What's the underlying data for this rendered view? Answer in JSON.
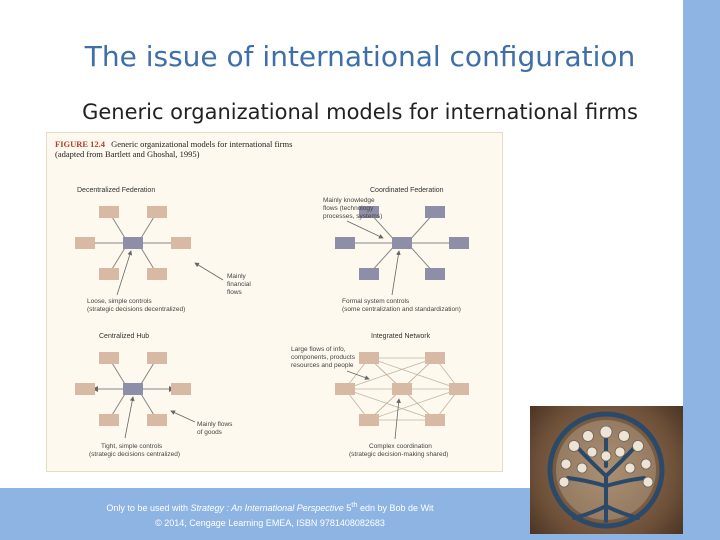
{
  "slide": {
    "title": "The issue of international configuration",
    "subtitle": "Generic organizational models for international firms"
  },
  "figure": {
    "number": "FIGURE 12.4",
    "caption": "Generic organizational models for international firms",
    "source": "(adapted from Bartlett and Ghoshal, 1995)",
    "models": [
      {
        "title": "Decentralized Federation",
        "annotation": [
          "Mainly",
          "financial",
          "flows"
        ],
        "description": [
          "Loose, simple controls",
          "(strategic decisions decentralized)"
        ]
      },
      {
        "title": "Coordinated Federation",
        "annotation": [
          "Mainly knowledge",
          "flows (technology",
          "processes, systems)"
        ],
        "description": [
          "Formal system controls",
          "(some centralization and standardization)"
        ]
      },
      {
        "title": "Centralized Hub",
        "annotation": [
          "Mainly flows",
          "of goods"
        ],
        "description": [
          "Tight, simple controls",
          "(strategic decisions centralized)"
        ]
      },
      {
        "title": "Integrated Network",
        "annotation": [
          "Large flows of info,",
          "components, products",
          "resources and people"
        ],
        "description": [
          "Complex coordination",
          "(strategic decision-making shared)"
        ]
      }
    ]
  },
  "footer": {
    "line1_prefix": "Only to be used with ",
    "line1_book": "Strategy : An International Perspective",
    "line1_edition": " 5",
    "line1_sup": "th",
    "line1_suffix": " edn by Bob de Wit",
    "line2": "© 2014, Cengage Learning EMEA, ISBN 9781408082683"
  },
  "colors": {
    "title": "#3e6fa8",
    "accent_bar": "#8eb4e3",
    "subsidiary_box": "#d8b9a4",
    "hub_box": "#8f8ea8",
    "figure_number": "#b83b2b"
  }
}
